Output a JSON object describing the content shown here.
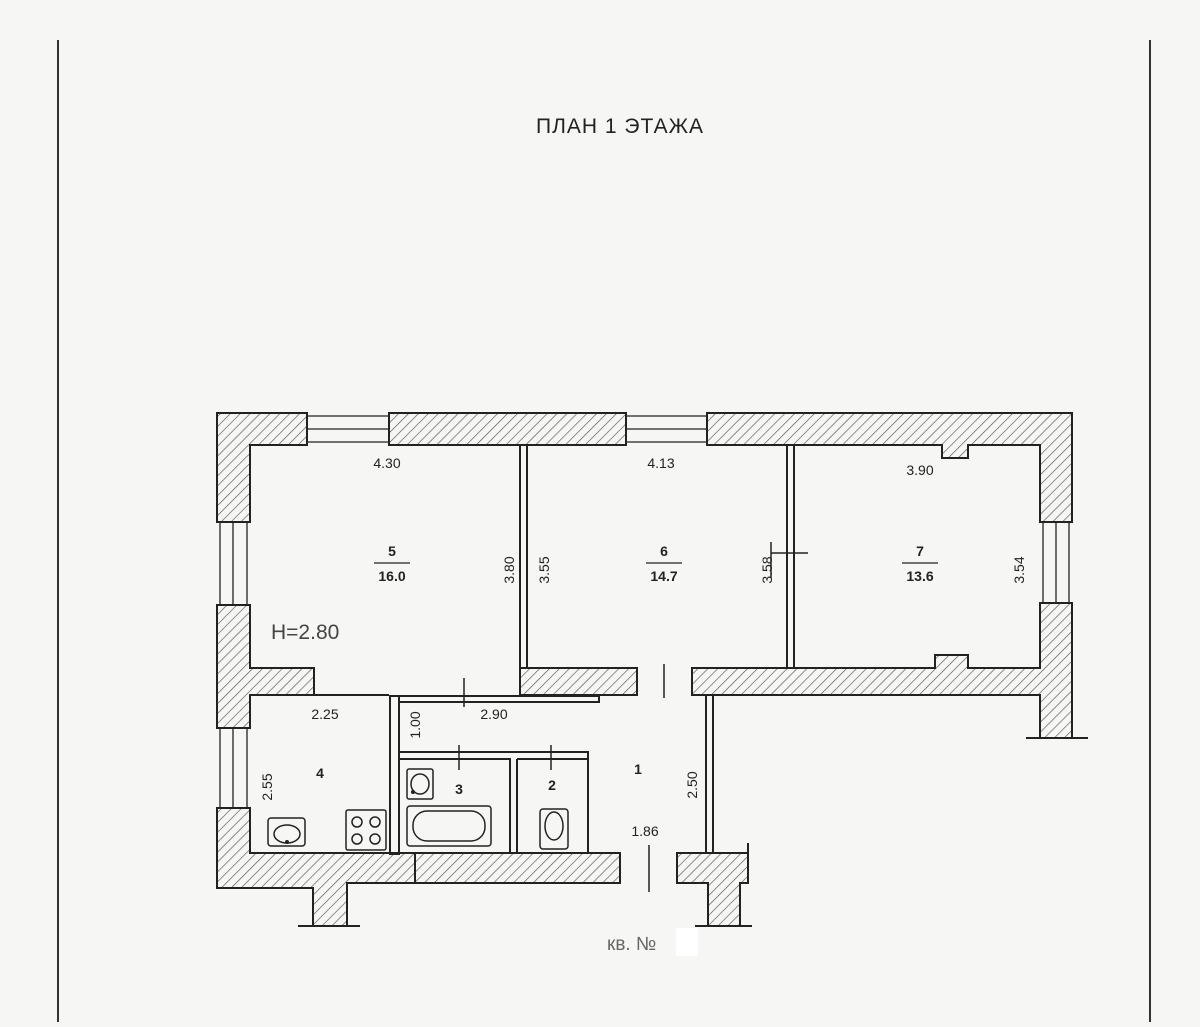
{
  "title": "ПЛАН 1 ЭТАЖА",
  "height_label": "H=2.80",
  "apartment_label": "кв. №",
  "rooms": [
    {
      "number": "5",
      "area": "16.0"
    },
    {
      "number": "6",
      "area": "14.7"
    },
    {
      "number": "7",
      "area": "13.6"
    },
    {
      "number": "4",
      "area": ""
    },
    {
      "number": "3",
      "area": ""
    },
    {
      "number": "2",
      "area": ""
    },
    {
      "number": "1",
      "area": ""
    }
  ],
  "dimensions": [
    "4.30",
    "4.13",
    "3.90",
    "3.80",
    "3.55",
    "3.58",
    "3.54",
    "2.25",
    "2.90",
    "1.00",
    "2.55",
    "2.50",
    "1.86"
  ],
  "colors": {
    "wall_hatch": "#444444",
    "paper": "#f6f6f4",
    "line": "#222222"
  }
}
